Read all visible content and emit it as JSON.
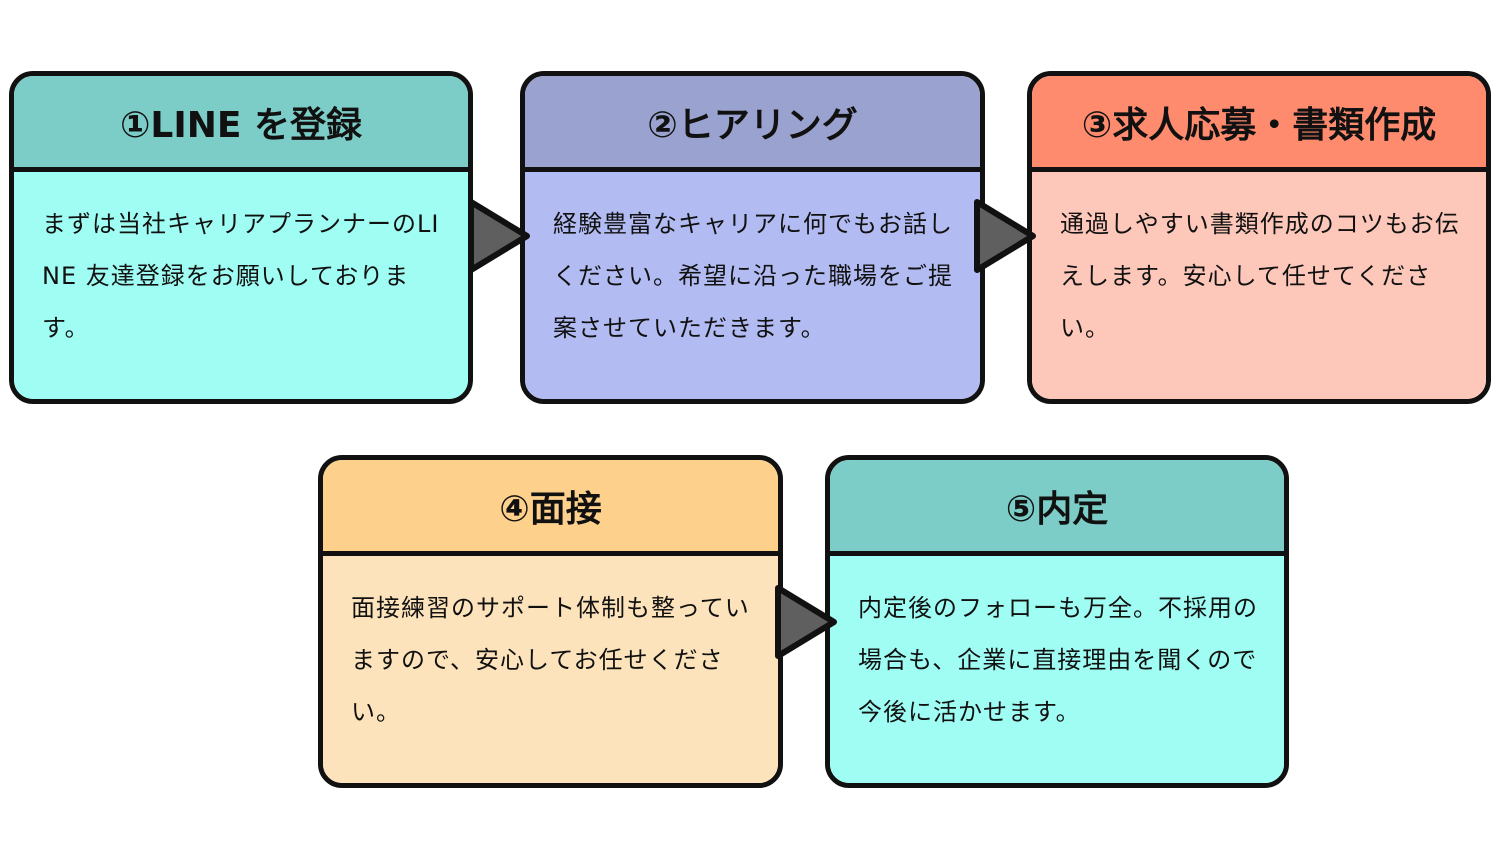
{
  "steps": [
    {
      "title": "①LINE を登録",
      "text": "まずは当社キャリアプランナーのLINE 友達登録をお願いしております。",
      "header_color": "#7ccdc7",
      "body_color": "#9ffdf3"
    },
    {
      "title": "②ヒアリング",
      "text": "経験豊富なキャリアに何でもお話しください。希望に沿った職場をご提案させていただきます。",
      "header_color": "#9aa3cf",
      "body_color": "#b2bcf2"
    },
    {
      "title": "③求人応募・書類作成",
      "text": "通過しやすい書類作成のコツもお伝えします。安心して任せてください。",
      "header_color": "#ff8b6f",
      "body_color": "#fdc8ba"
    },
    {
      "title": "④面接",
      "text": "面接練習のサポート体制も整っていますので、安心してお任せください。",
      "header_color": "#fdd08c",
      "body_color": "#fde3bb"
    },
    {
      "title": "⑤内定",
      "text": "内定後のフォローも万全。不採用の場合も、企業に直接理由を聞くので今後に活かせます。",
      "header_color": "#7ccdc7",
      "body_color": "#9ffdf3"
    }
  ],
  "arrow_color": "#5f5f5f"
}
